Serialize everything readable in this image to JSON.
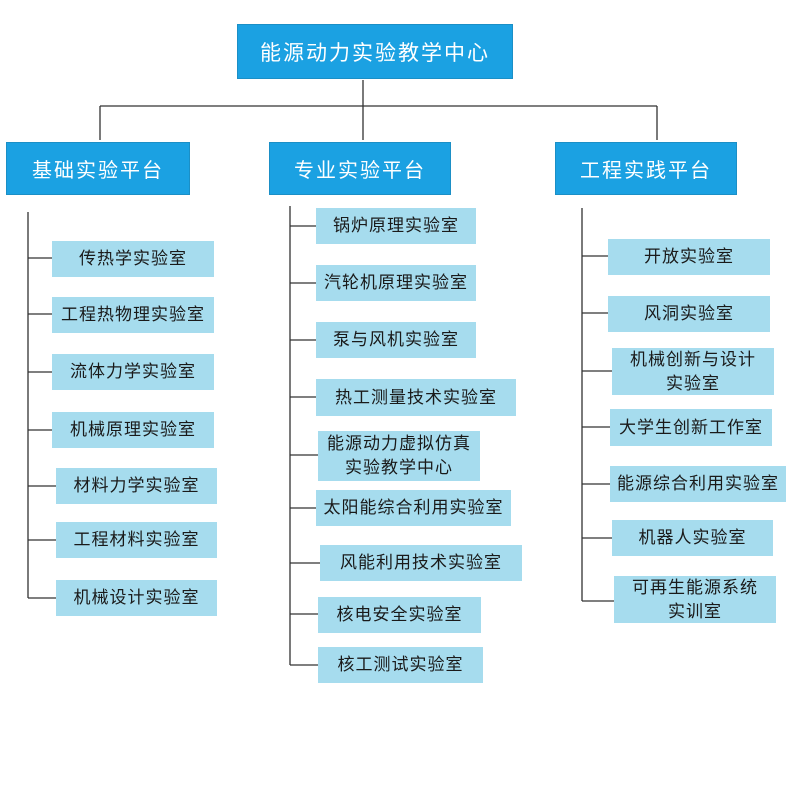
{
  "root": {
    "label": "能源动力实验教学中心"
  },
  "platforms": [
    {
      "label": "基础实验平台",
      "labs": [
        "传热学实验室",
        "工程热物理实验室",
        "流体力学实验室",
        "机械原理实验室",
        "材料力学实验室",
        "工程材料实验室",
        "机械设计实验室"
      ]
    },
    {
      "label": "专业实验平台",
      "labs": [
        "锅炉原理实验室",
        "汽轮机原理实验室",
        "泵与风机实验室",
        "热工测量技术实验室",
        "能源动力虚拟仿真\n实验教学中心",
        "太阳能综合利用实验室",
        "风能利用技术实验室",
        "核电安全实验室",
        "核工测试实验室"
      ]
    },
    {
      "label": "工程实践平台",
      "labs": [
        "开放实验室",
        "风洞实验室",
        "机械创新与设计\n实验室",
        "大学生创新工作室",
        "能源综合利用实验室",
        "机器人实验室",
        "可再生能源系统\n实训室"
      ]
    }
  ],
  "colors": {
    "box_dark": "#1ba1e2",
    "box_light": "#a6dcee",
    "line": "#333333"
  }
}
